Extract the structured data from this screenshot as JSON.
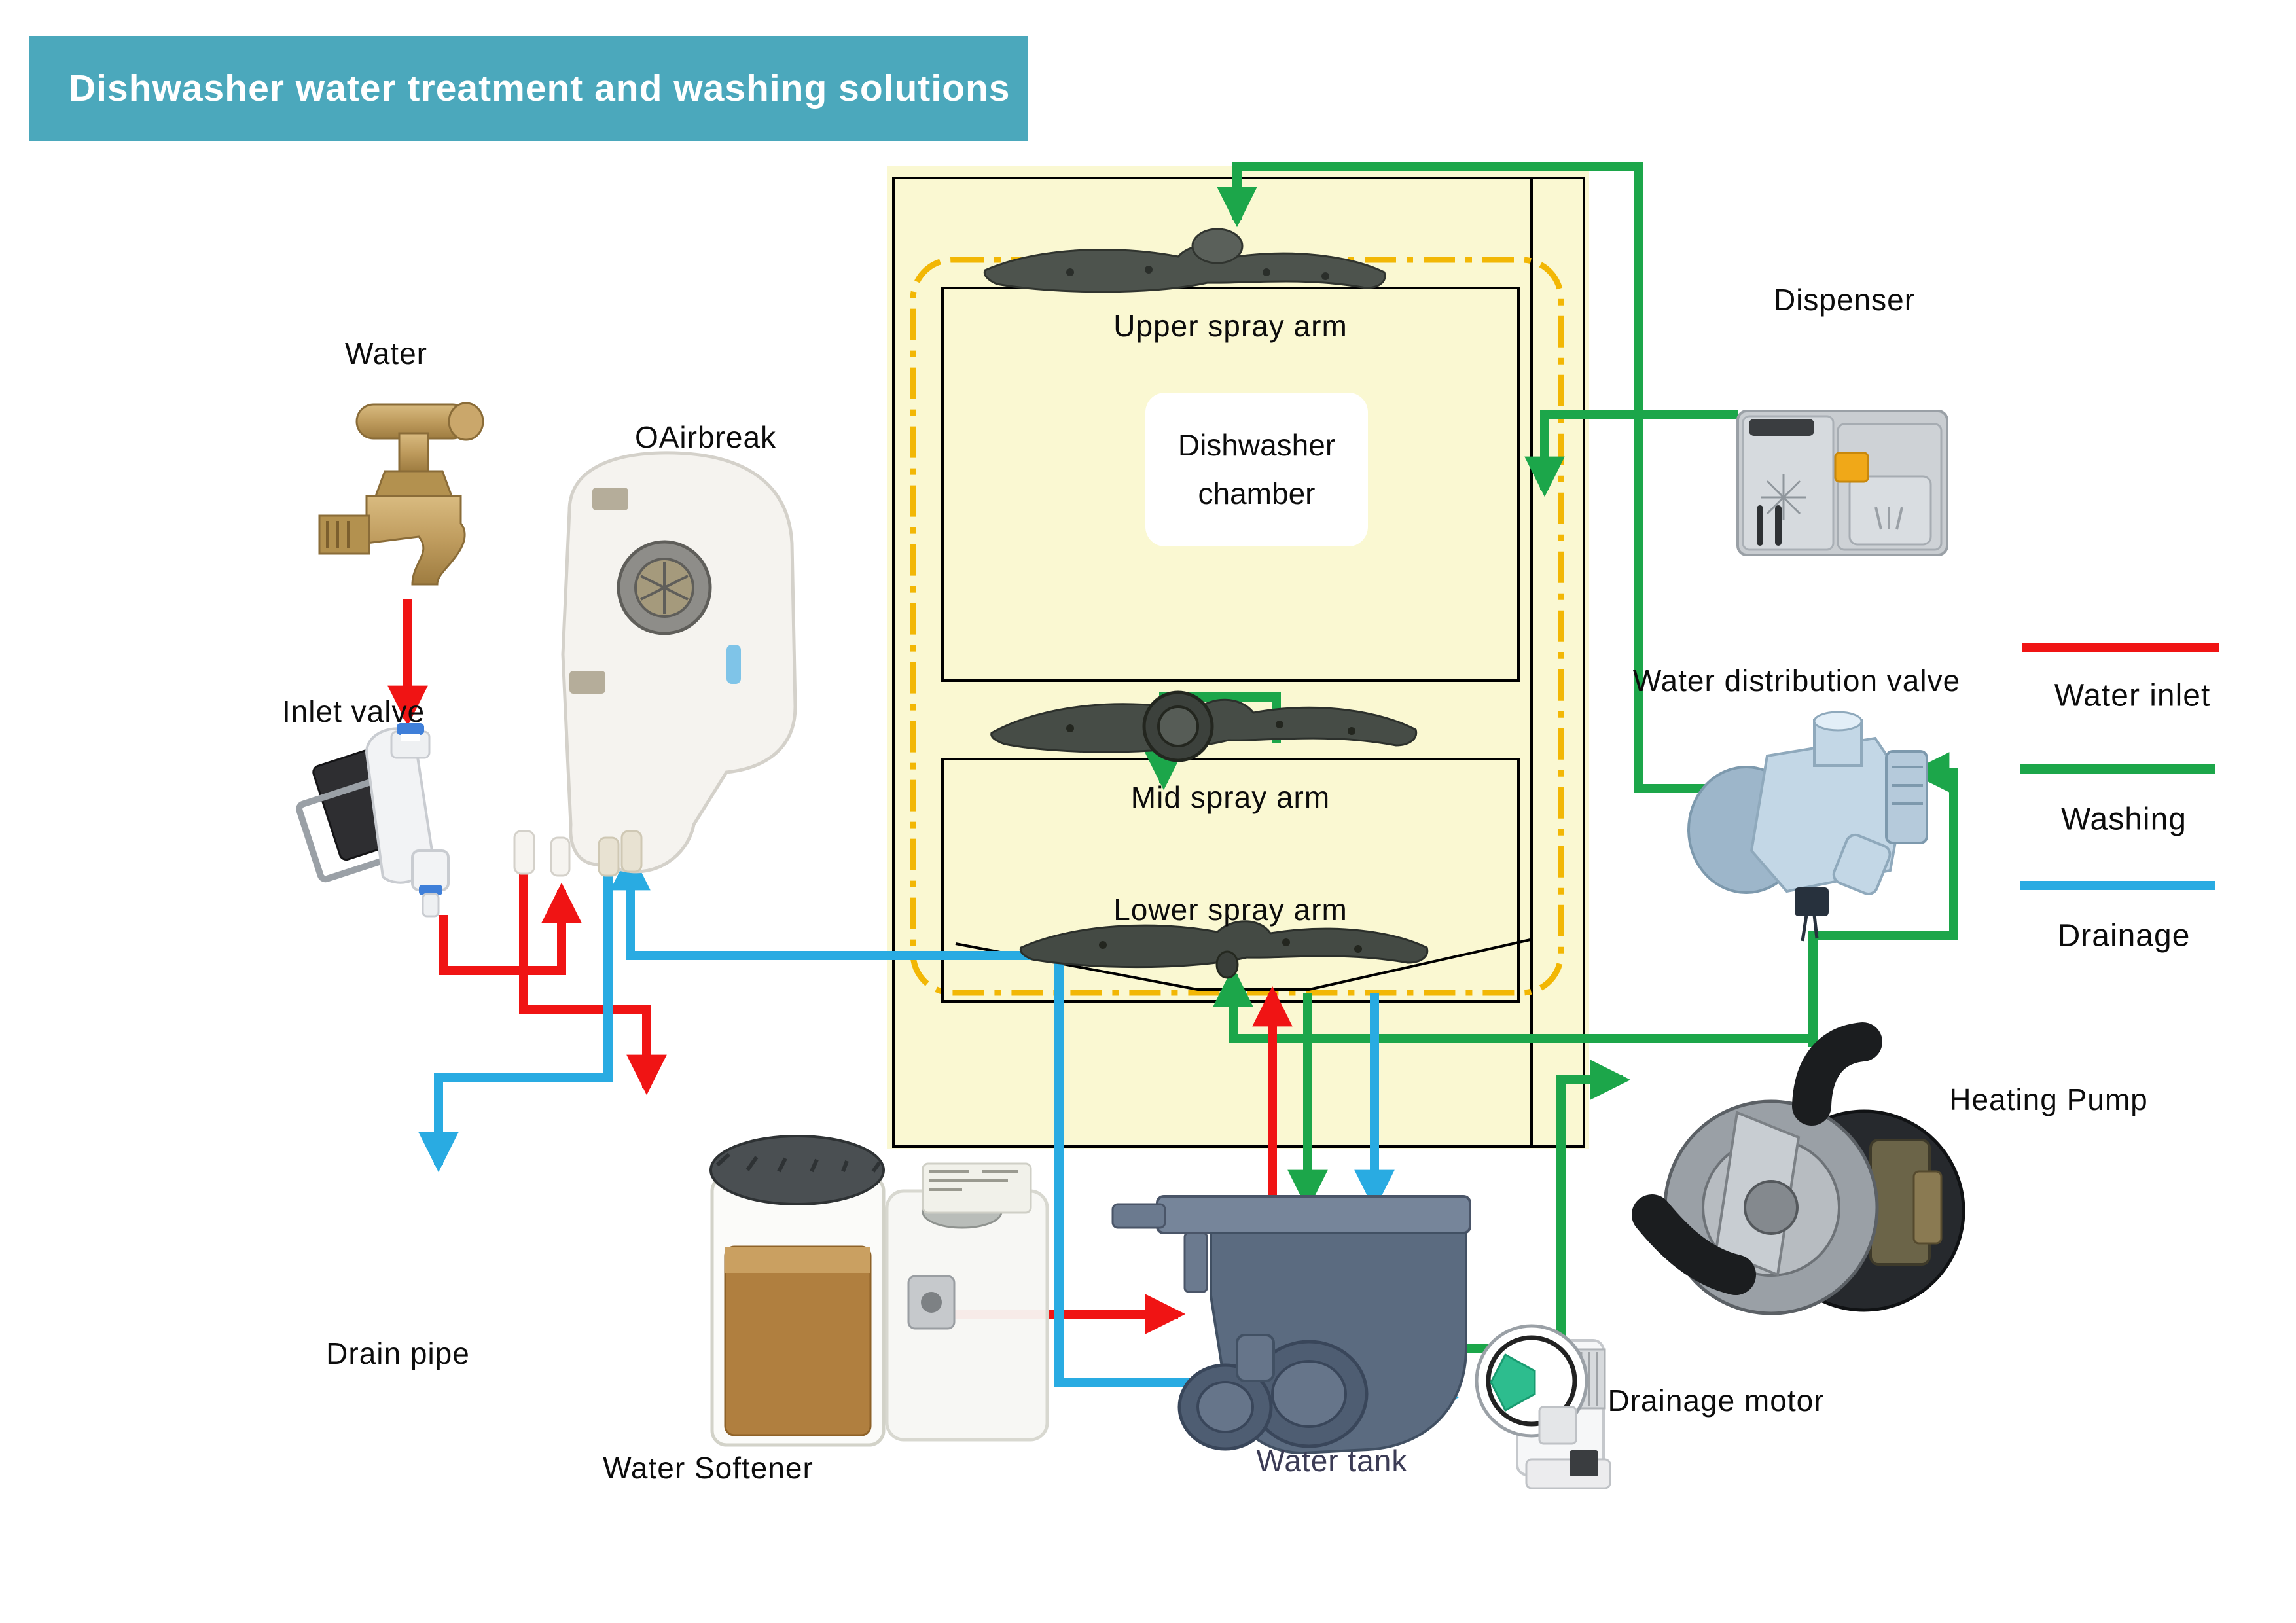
{
  "title": {
    "text": "Dishwasher water treatment and washing solutions"
  },
  "colors": {
    "banner_bg": "#4BA8BC",
    "water_inlet": "#F01414",
    "washing": "#1CA64A",
    "drainage": "#29ABE2",
    "chamber_bg": "#FAF8D2",
    "dashed_border": "#F2B705"
  },
  "legend": {
    "water_inlet": "Water inlet",
    "washing": "Washing",
    "drainage": "Drainage"
  },
  "components": {
    "water": "Water",
    "airbreak": "OAirbreak",
    "inlet_valve": "Inlet valve",
    "dispenser": "Dispenser",
    "distribution_valve": "Water distribution valve",
    "heating_pump": "Heating Pump",
    "water_softener": "Water Softener",
    "water_tank": "Water tank",
    "drainage_motor": "Drainage motor",
    "drain_pipe": "Drain pipe"
  },
  "chamber": {
    "label_line1": "Dishwasher",
    "label_line2": "chamber",
    "zone_upper": "Upper spray arm",
    "zone_mid": "Mid spray arm",
    "zone_lower": "Lower spray arm"
  }
}
